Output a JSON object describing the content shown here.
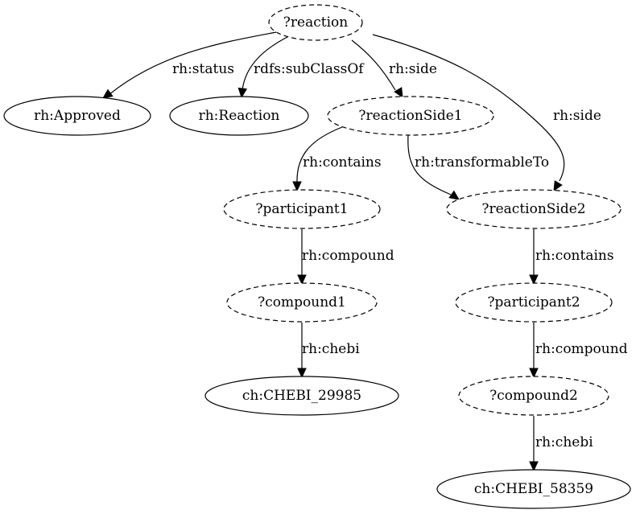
{
  "graph": {
    "nodes": [
      {
        "id": "reaction",
        "label": "?reaction",
        "variable": true
      },
      {
        "id": "approved",
        "label": "rh:Approved",
        "variable": false
      },
      {
        "id": "reactionClass",
        "label": "rh:Reaction",
        "variable": false
      },
      {
        "id": "side1",
        "label": "?reactionSide1",
        "variable": true
      },
      {
        "id": "participant1",
        "label": "?participant1",
        "variable": true
      },
      {
        "id": "side2",
        "label": "?reactionSide2",
        "variable": true
      },
      {
        "id": "compound1",
        "label": "?compound1",
        "variable": true
      },
      {
        "id": "participant2",
        "label": "?participant2",
        "variable": true
      },
      {
        "id": "chebi1",
        "label": "ch:CHEBI_29985",
        "variable": false
      },
      {
        "id": "compound2",
        "label": "?compound2",
        "variable": true
      },
      {
        "id": "chebi2",
        "label": "ch:CHEBI_58359",
        "variable": false
      }
    ],
    "edges": [
      {
        "from": "reaction",
        "to": "approved",
        "label": "rh:status"
      },
      {
        "from": "reaction",
        "to": "reactionClass",
        "label": "rdfs:subClassOf"
      },
      {
        "from": "reaction",
        "to": "side1",
        "label": "rh:side"
      },
      {
        "from": "reaction",
        "to": "side2",
        "label": "rh:side"
      },
      {
        "from": "side1",
        "to": "participant1",
        "label": "rh:contains"
      },
      {
        "from": "side1",
        "to": "side2",
        "label": "rh:transformableTo"
      },
      {
        "from": "participant1",
        "to": "compound1",
        "label": "rh:compound"
      },
      {
        "from": "side2",
        "to": "participant2",
        "label": "rh:contains"
      },
      {
        "from": "compound1",
        "to": "chebi1",
        "label": "rh:chebi"
      },
      {
        "from": "participant2",
        "to": "compound2",
        "label": "rh:compound"
      },
      {
        "from": "compound2",
        "to": "chebi2",
        "label": "rh:chebi"
      }
    ]
  }
}
